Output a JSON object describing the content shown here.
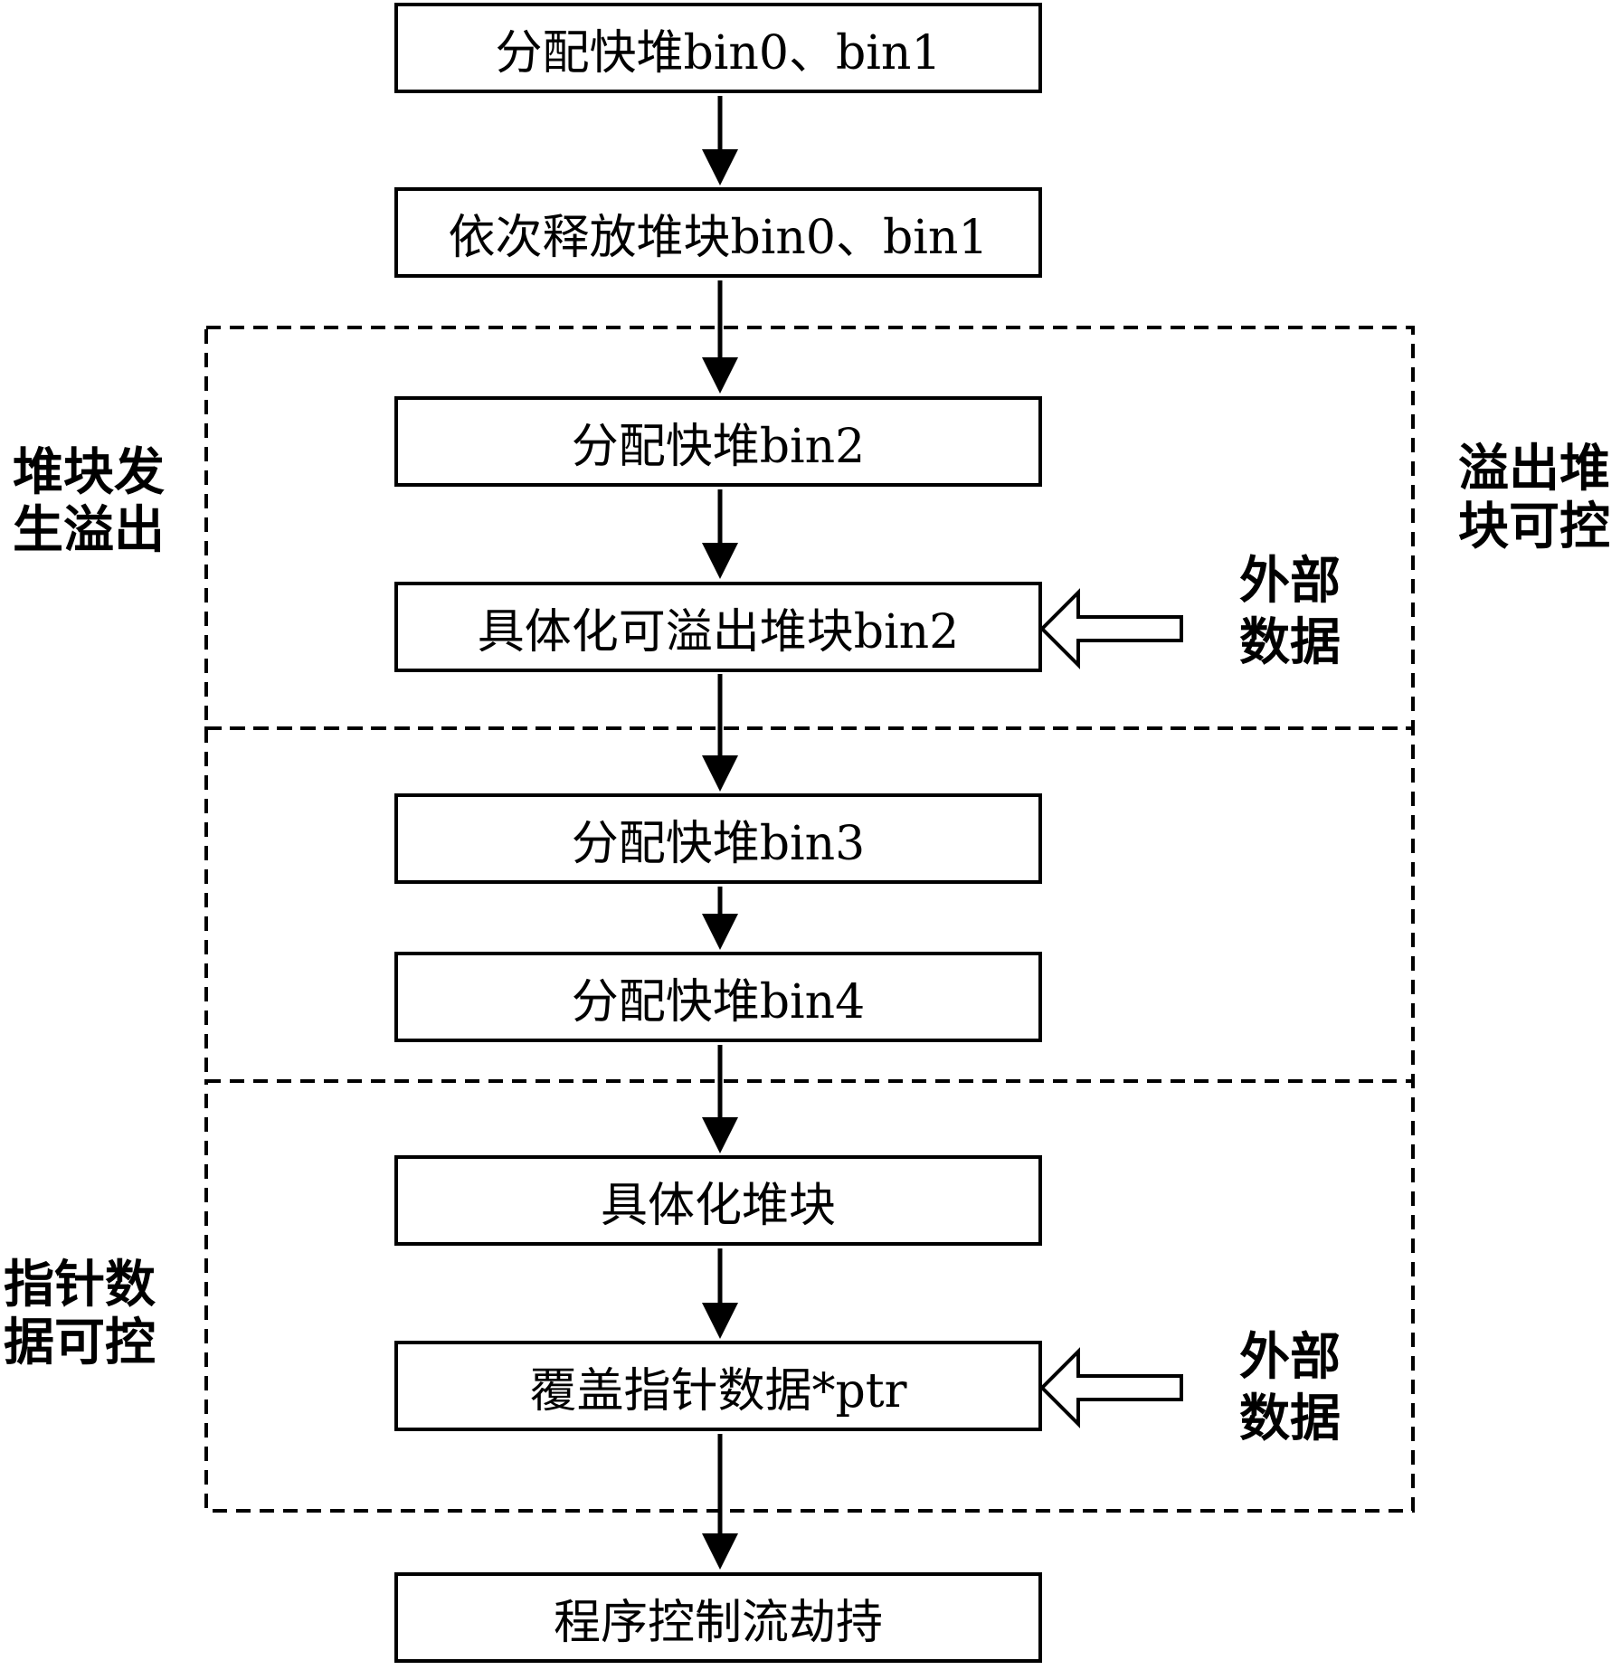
{
  "steps": [
    "分配快堆bin0、bin1",
    "依次释放堆块bin0、bin1",
    "分配快堆bin2",
    "具体化可溢出堆块bin2",
    "分配快堆bin3",
    "分配快堆bin4",
    "具体化堆块",
    "覆盖指针数据*ptr",
    "程序控制流劫持"
  ],
  "left_labels": {
    "overflow": [
      "堆块发",
      "生溢出"
    ],
    "pointer": [
      "指针数",
      "据可控"
    ]
  },
  "right_labels": {
    "controllable": [
      "溢出堆",
      "块可控"
    ]
  },
  "external_data": {
    "first": [
      "外部",
      "数据"
    ],
    "second": [
      "外部",
      "数据"
    ]
  }
}
